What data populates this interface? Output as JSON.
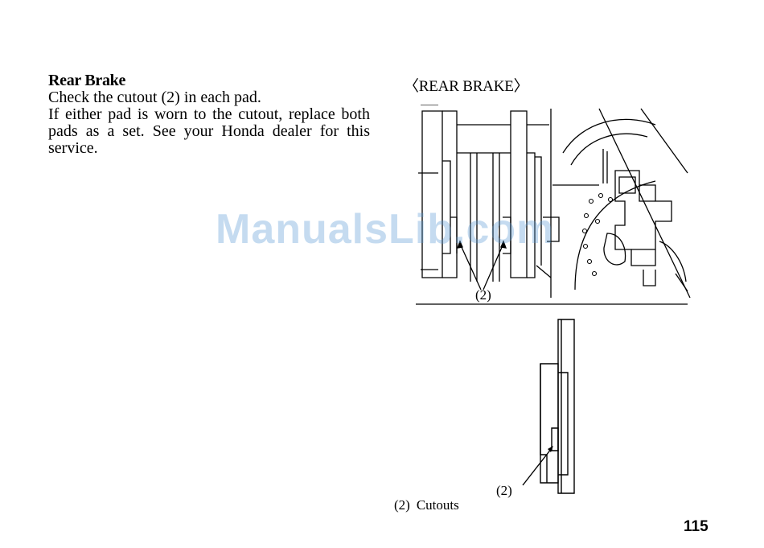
{
  "section": {
    "title": "Rear Brake",
    "paragraph1": "Check the cutout (2) in each pad.",
    "paragraph2": "If either pad is worn to the cutout, replace both pads as a set. See your Honda dealer for this service."
  },
  "figure": {
    "title": "〈REAR BRAKE〉",
    "callout_upper": "(2)",
    "callout_lower": "(2)",
    "caption_number": "(2)",
    "caption_text": "Cutouts"
  },
  "watermark": "ManualsLib.com",
  "page_number": "115"
}
